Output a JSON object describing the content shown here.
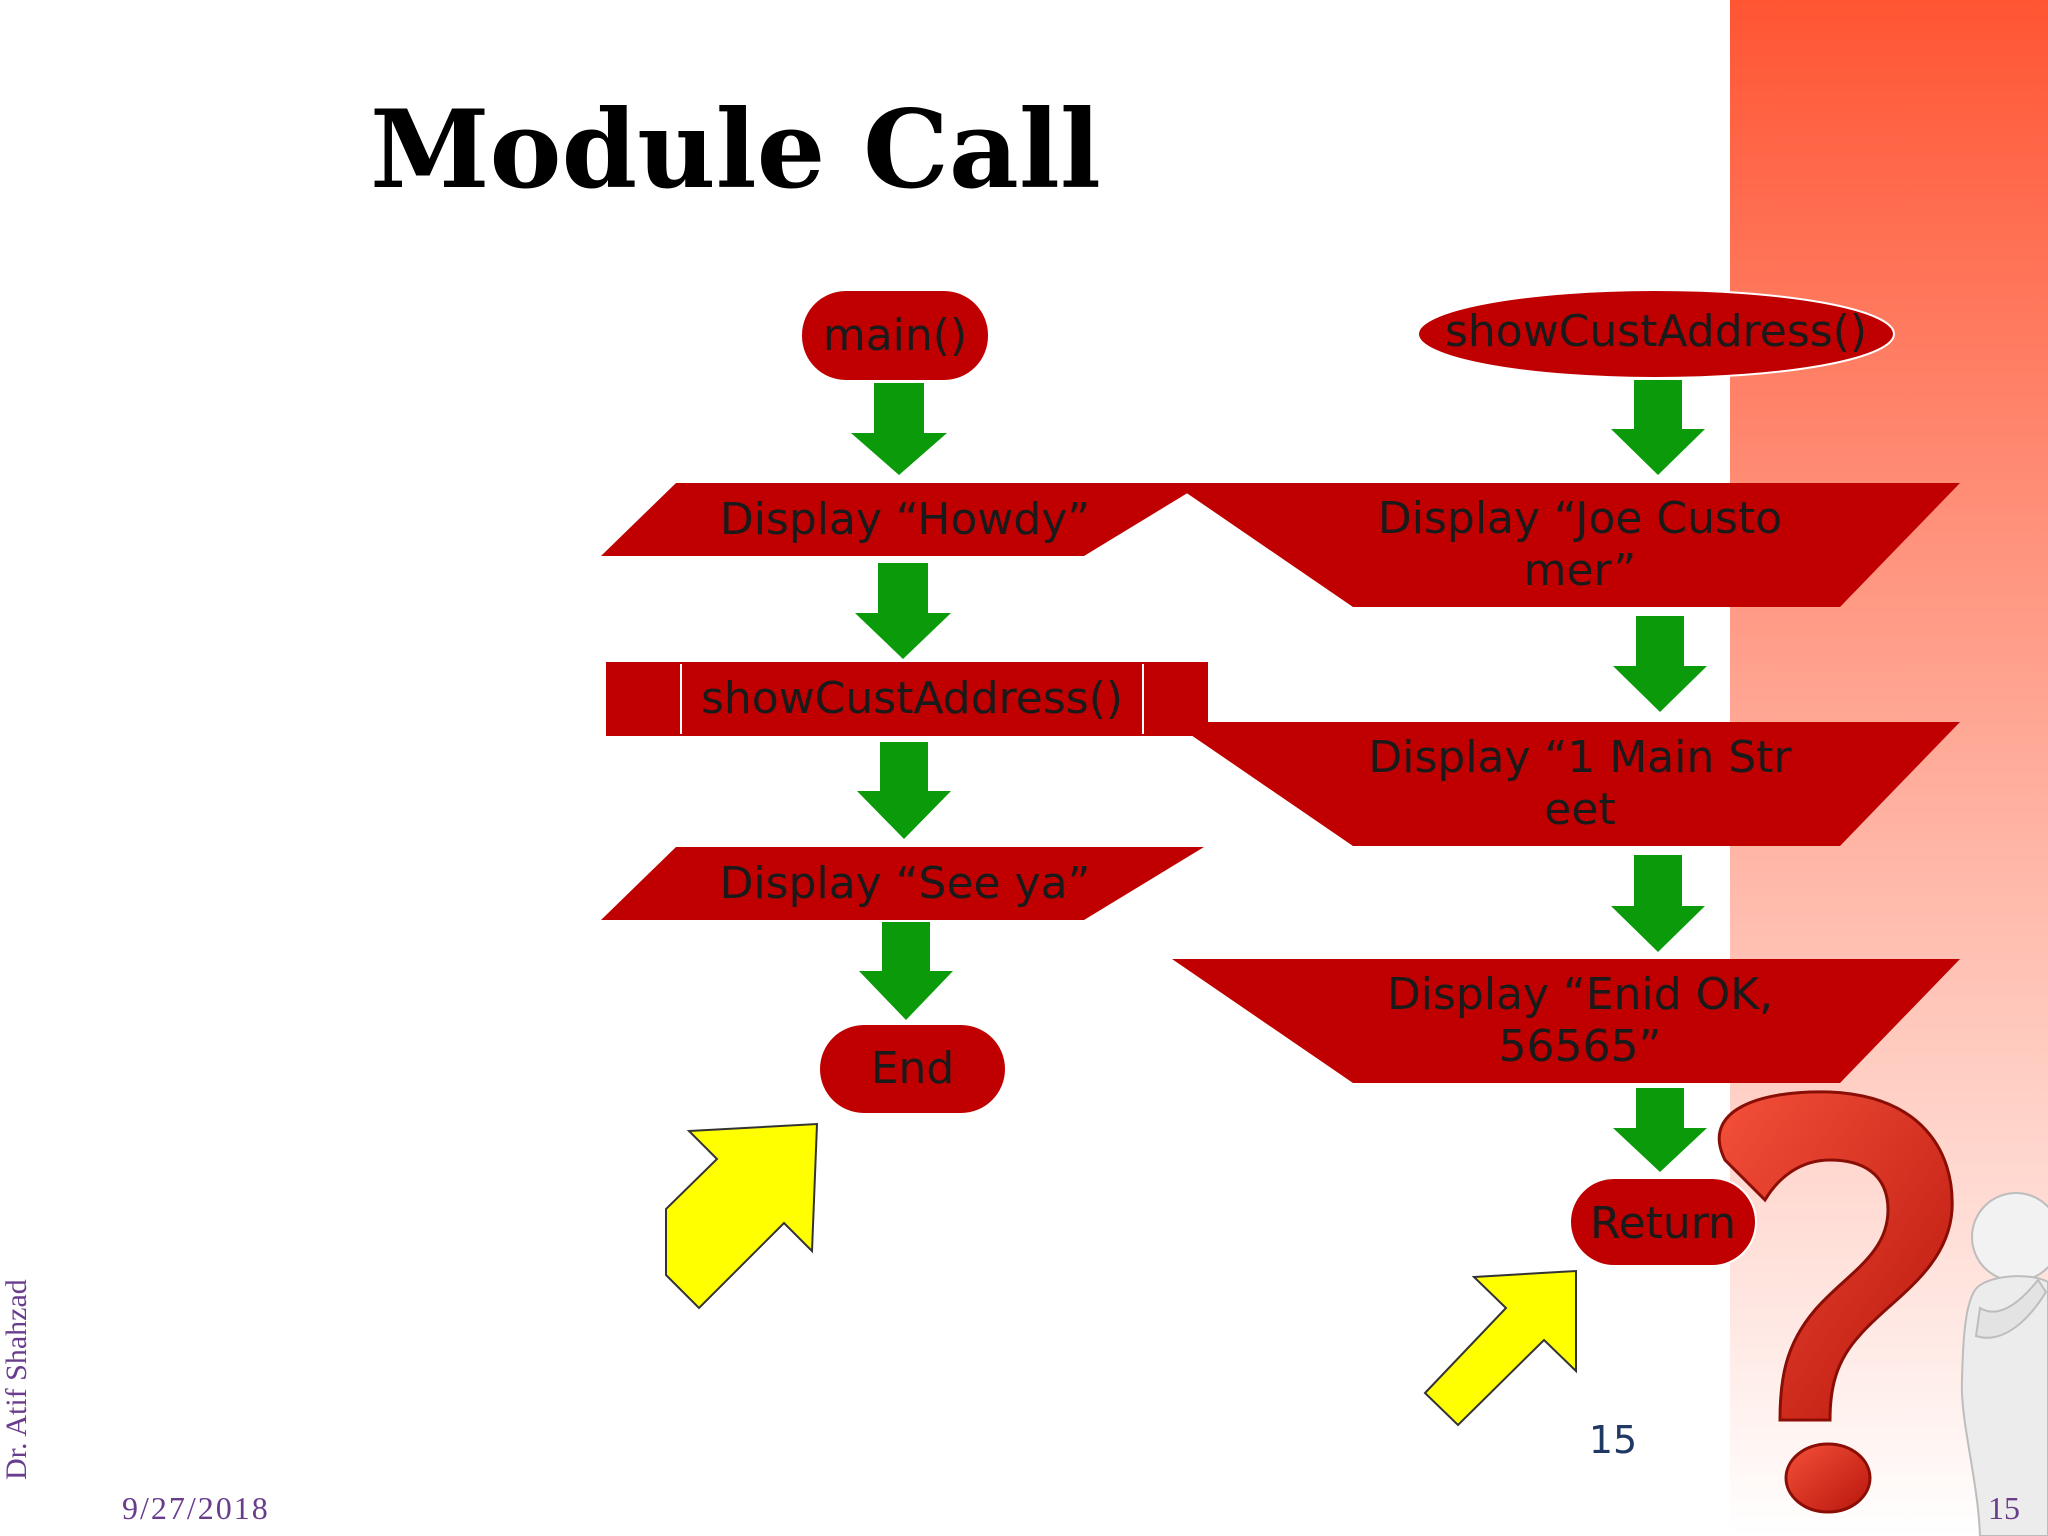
{
  "slide": {
    "title": "Module Call",
    "author": "Dr. Atif Shahzad",
    "date": "9/27/2018",
    "slide_number": "15",
    "page_number": "15"
  },
  "main_flow": {
    "start": "main()",
    "step1": "Display “Howdy”",
    "step2": "showCustAddress()",
    "step3": "Display “See ya”",
    "end": "End"
  },
  "sub_flow": {
    "start": "showCustAddress()",
    "step1": "Display “Joe Custo\nmer”",
    "step2": "Display “1 Main Str\neet",
    "step3": "Display “Enid OK,\n56565”",
    "end": "Return"
  },
  "colors": {
    "shape_fill": "#c00000",
    "arrow_fill": "#0a9a0a",
    "pointer_fill": "#ffff00",
    "accent_top": "#ff5533",
    "accent_bottom": "#ffffff",
    "question_mark": "#e83a26"
  }
}
